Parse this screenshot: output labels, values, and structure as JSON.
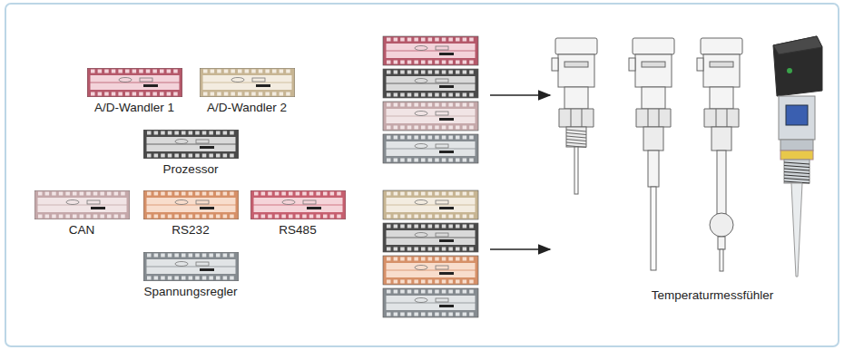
{
  "diagram": {
    "nodes": [
      {
        "text": [
          "A/D-Wandler 1"
        ]
      },
      {
        "text": [
          "A/D-Wandler 2"
        ]
      },
      {
        "text": [
          "Prozessor"
        ]
      },
      {
        "text": [
          "CAN"
        ]
      },
      {
        "text": [
          "RS232"
        ]
      },
      {
        "text": [
          "RS485"
        ]
      },
      {
        "text": [
          "Spannungsregler"
        ]
      }
    ],
    "labels": [
      "Temperaturmessfühler"
    ]
  }
}
